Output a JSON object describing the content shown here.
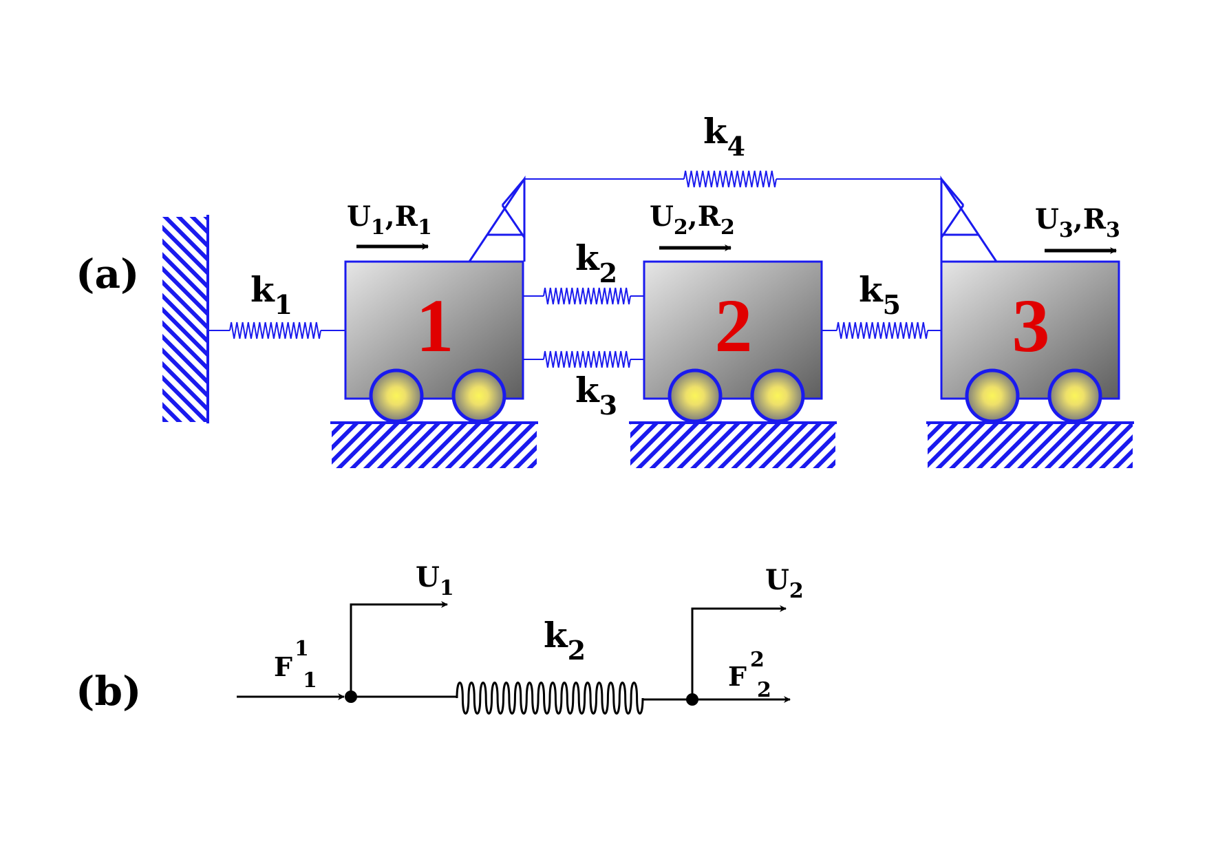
{
  "panel_a": {
    "label": "(a)",
    "carts": [
      {
        "number": "1",
        "disp": "U",
        "disp_sub": "1",
        "force": "R",
        "force_sub": "1"
      },
      {
        "number": "2",
        "disp": "U",
        "disp_sub": "2",
        "force": "R",
        "force_sub": "2"
      },
      {
        "number": "3",
        "disp": "U",
        "disp_sub": "3",
        "force": "R",
        "force_sub": "3"
      }
    ],
    "springs": [
      {
        "name": "k",
        "sub": "1"
      },
      {
        "name": "k",
        "sub": "2"
      },
      {
        "name": "k",
        "sub": "3"
      },
      {
        "name": "k",
        "sub": "4"
      },
      {
        "name": "k",
        "sub": "5"
      }
    ]
  },
  "panel_b": {
    "label": "(b)",
    "spring": {
      "name": "k",
      "sub": "2"
    },
    "node1": {
      "disp": "U",
      "disp_sub": "1",
      "force": "F",
      "force_sup": "1",
      "force_sub": "1"
    },
    "node2": {
      "disp": "U",
      "disp_sub": "2",
      "force": "F",
      "force_sup": "2",
      "force_sub": "2"
    }
  },
  "colors": {
    "structure": "#1a1aee",
    "cart_number": "#e00000",
    "ink": "#000000",
    "wheel_core": "#f5ef5a"
  }
}
